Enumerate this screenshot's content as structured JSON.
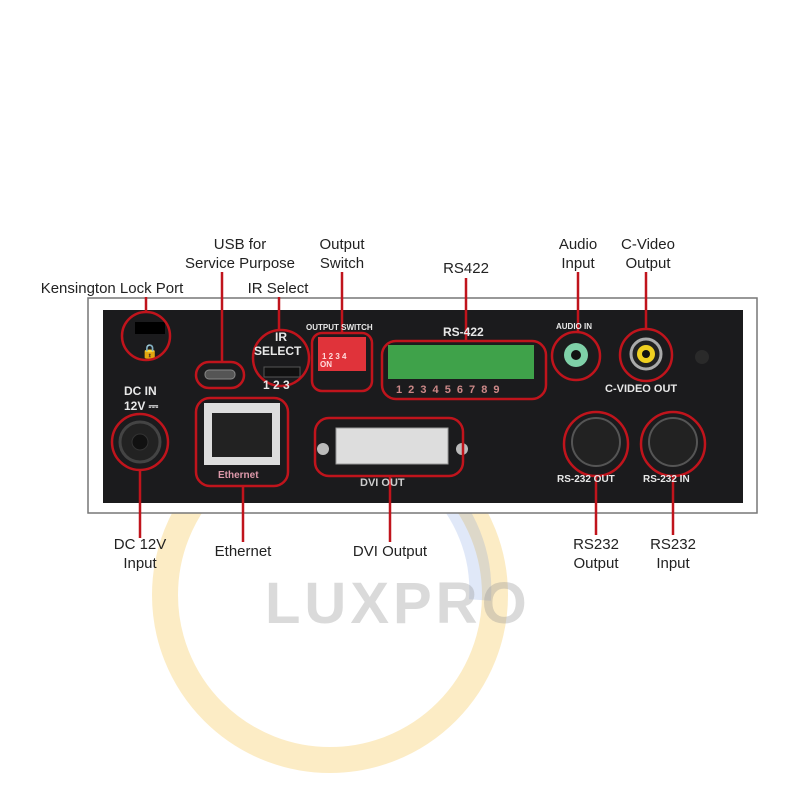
{
  "callouts": {
    "kensington": "Kensington Lock Port",
    "usb_1": "USB for",
    "usb_2": "Service Purpose",
    "ir_select": "IR Select",
    "output_switch_1": "Output",
    "output_switch_2": "Switch",
    "rs422": "RS422",
    "audio_1": "Audio",
    "audio_2": "Input",
    "cvideo_1": "C-Video",
    "cvideo_2": "Output",
    "dc_1": "DC 12V",
    "dc_2": "Input",
    "ethernet": "Ethernet",
    "dvi": "DVI Output",
    "rs232out_1": "RS232",
    "rs232out_2": "Output",
    "rs232in_1": "RS232",
    "rs232in_2": "Input"
  },
  "panel": {
    "dc_in": "DC IN",
    "dc_12v": "12V ⎓",
    "ir": "IR",
    "select": "SELECT",
    "ir_positions": "1 2 3",
    "output_switch": "OUTPUT SWITCH",
    "switch_numbers": "1 2 3 4",
    "switch_on": "ON",
    "rs422": "RS-422",
    "rs422_pins": "1 2 3 4 5 6 7 8 9",
    "audio_in": "AUDIO IN",
    "cvideo_out": "C-VIDEO OUT",
    "ethernet": "Ethernet",
    "dvi_out": "DVI OUT",
    "rs232_out": "RS-232 OUT",
    "rs232_in": "RS-232 IN"
  },
  "watermark": "LUXPRO",
  "colors": {
    "highlight": "#c0141c",
    "panel": "#1b1b1d",
    "terminal": "#3fa24a",
    "dip": "#e0333a"
  }
}
